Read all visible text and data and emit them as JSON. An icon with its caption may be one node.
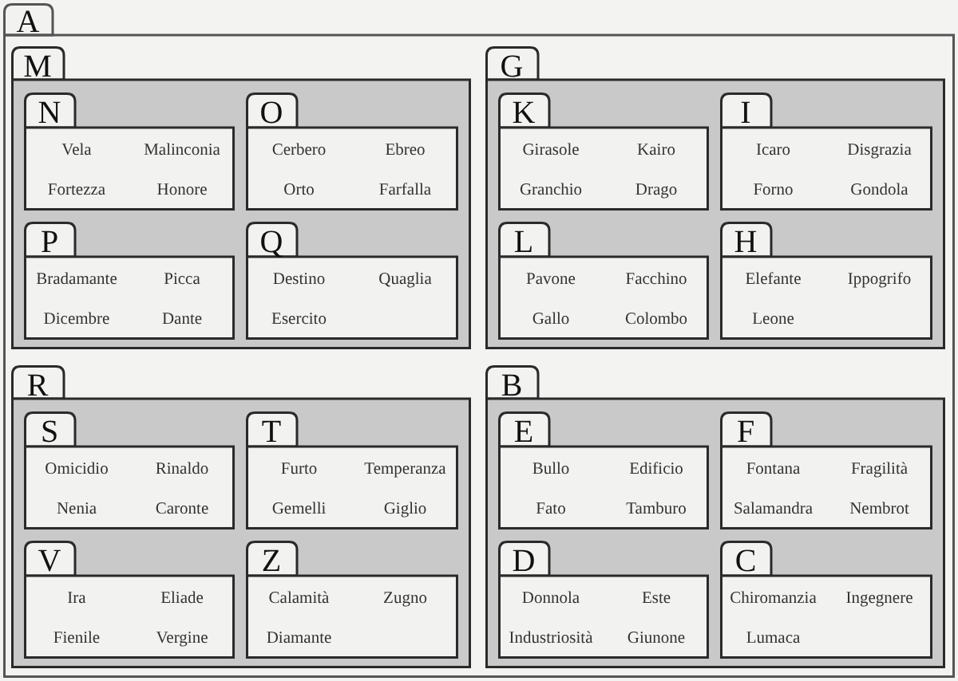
{
  "diagram": {
    "nodes": [
      {
        "text": [
          "A"
        ]
      },
      {
        "text": [
          "M"
        ],
        "in": 0
      },
      {
        "text": [
          "N",
          "Vela",
          "Malinconia",
          "Fortezza",
          "Honore"
        ],
        "in": 1
      },
      {
        "text": [
          "O",
          "Cerbero",
          "Ebreo",
          "Orto",
          "Farfalla"
        ],
        "in": 1
      },
      {
        "text": [
          "P",
          "Bradamante",
          "Picca",
          "Dicembre",
          "Dante"
        ],
        "in": 1
      },
      {
        "text": [
          "Q",
          "Destino",
          "Quaglia",
          "Esercito"
        ],
        "in": 1
      },
      {
        "text": [
          "G"
        ],
        "in": 0
      },
      {
        "text": [
          "K",
          "Girasole",
          "Kairo",
          "Granchio",
          "Drago"
        ],
        "in": 6
      },
      {
        "text": [
          "I",
          "Icaro",
          "Disgrazia",
          "Forno",
          "Gondola"
        ],
        "in": 6
      },
      {
        "text": [
          "L",
          "Pavone",
          "Facchino",
          "Gallo",
          "Colombo"
        ],
        "in": 6
      },
      {
        "text": [
          "H",
          "Elefante",
          "Ippogrifo",
          "Leone"
        ],
        "in": 6
      },
      {
        "text": [
          "R"
        ],
        "in": 0
      },
      {
        "text": [
          "S",
          "Omicidio",
          "Rinaldo",
          "Nenia",
          "Caronte"
        ],
        "in": 11
      },
      {
        "text": [
          "T",
          "Furto",
          "Temperanza",
          "Gemelli",
          "Giglio"
        ],
        "in": 11
      },
      {
        "text": [
          "V",
          "Ira",
          "Eliade",
          "Fienile",
          "Vergine"
        ],
        "in": 11
      },
      {
        "text": [
          "Z",
          "Calamità",
          "Zugno",
          "Diamante"
        ],
        "in": 11
      },
      {
        "text": [
          "B"
        ],
        "in": 0
      },
      {
        "text": [
          "E",
          "Bullo",
          "Edificio",
          "Fato",
          "Tamburo"
        ],
        "in": 16
      },
      {
        "text": [
          "F",
          "Fontana",
          "Fragilità",
          "Salamandra",
          "Nembrot"
        ],
        "in": 16
      },
      {
        "text": [
          "D",
          "Donnola",
          "Este",
          "Industriosità",
          "Giunone"
        ],
        "in": 16
      },
      {
        "text": [
          "C",
          "Chiromanzia",
          "Ingegnere",
          "Lumaca"
        ],
        "in": 16
      }
    ]
  }
}
